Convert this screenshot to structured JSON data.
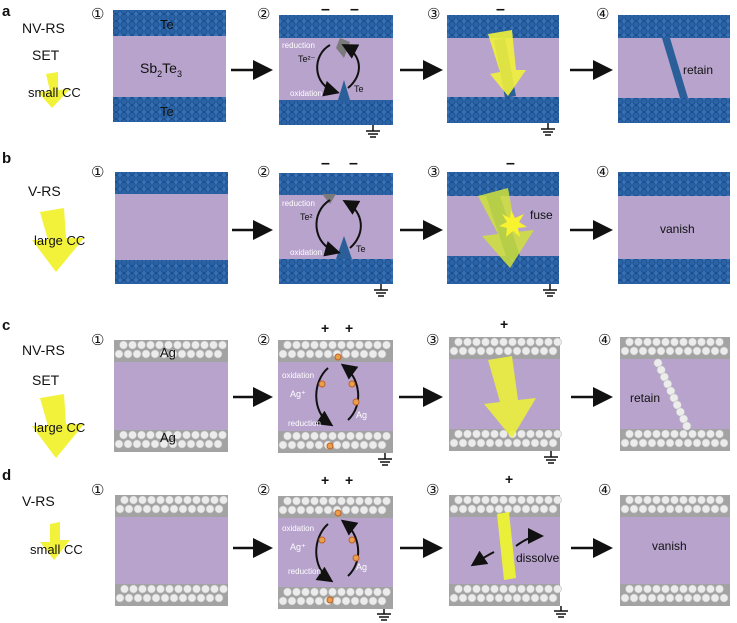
{
  "rows": [
    {
      "letter": "a",
      "side": [
        "NV-RS",
        "SET"
      ],
      "cc": "small CC",
      "step_nums": [
        "①",
        "②",
        "③",
        "④"
      ],
      "top_label": "Te",
      "middle_label": "Sb",
      "middle_sub1": "2",
      "middle_mid": "Te",
      "middle_sub2": "3",
      "bottom_label": "Te",
      "signs2": [
        "–",
        "–"
      ],
      "sign3": "–",
      "reduction": "reduction",
      "ion": "Te²⁻",
      "oxidation": "oxidation",
      "atom": "Te",
      "final": "retain"
    },
    {
      "letter": "b",
      "side": [
        "V-RS"
      ],
      "cc": "large CC",
      "step_nums": [
        "①",
        "②",
        "③",
        "④"
      ],
      "signs2": [
        "–",
        "–"
      ],
      "sign3": "–",
      "reduction": "reduction",
      "ion": "Te²",
      "oxidation": "oxidation",
      "atom": "Te",
      "fuse": "fuse",
      "final": "vanish"
    },
    {
      "letter": "c",
      "side": [
        "NV-RS",
        "SET"
      ],
      "cc": "large CC",
      "step_nums": [
        "①",
        "②",
        "③",
        "④"
      ],
      "top_label": "Ag",
      "bottom_label": "Ag",
      "signs2": [
        "+",
        "+"
      ],
      "sign3": "+",
      "oxidation": "oxidation",
      "ion": "Ag⁺",
      "reduction": "reduction",
      "atom": "Ag",
      "final": "retain"
    },
    {
      "letter": "d",
      "side": [
        "V-RS"
      ],
      "cc": "small CC",
      "step_nums": [
        "①",
        "②",
        "③",
        "④"
      ],
      "signs2": [
        "+",
        "+"
      ],
      "sign3": "+",
      "oxidation": "oxidation",
      "ion": "Ag⁺",
      "reduction": "reduction",
      "atom": "Ag",
      "dissolve": "dissolve",
      "final": "vanish"
    }
  ],
  "colors": {
    "purple": "#b7a3cc",
    "te_blue": "#2f6db3",
    "te_edge": "#1c4c86",
    "ag_gray": "#a3a3a3",
    "ag_white": "#ececec",
    "arrow_yellow": "#f2f23a",
    "filament_dark": "#2a5f99"
  }
}
